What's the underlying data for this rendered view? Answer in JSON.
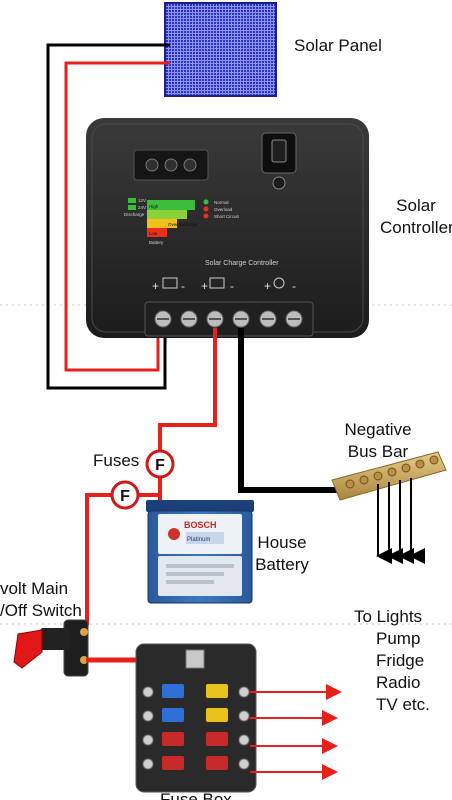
{
  "labels": {
    "solar_panel": "Solar Panel",
    "solar_controller": [
      "Solar",
      "Controller"
    ],
    "negative_bus_bar": [
      "Negative",
      "Bus Bar"
    ],
    "fuses": "Fuses",
    "house_battery": [
      "House",
      "Battery"
    ],
    "main_switch": [
      "volt Main",
      "/Off Switch"
    ],
    "to_lights": [
      "To Lights",
      "Pump",
      "Fridge",
      "Radio",
      "TV etc."
    ],
    "fuse_box": "Fuse Box"
  },
  "controller": {
    "title": "Solar Charge Controller",
    "legend_right": [
      "Normal",
      "Overload",
      "Short Circuit"
    ],
    "legend_left": [
      "12V",
      "24V",
      "Discharge"
    ],
    "bars": [
      "High",
      "Low",
      "Overdischarge",
      "Battery"
    ],
    "terminal_marks": [
      "+",
      "-",
      "+",
      "-",
      "+",
      "-"
    ]
  },
  "battery": {
    "brand": "BOSCH",
    "model": "Platinum"
  },
  "fuse_symbol": "F",
  "colors": {
    "positive_wire": "#e8201c",
    "negative_wire": "#000000",
    "panel_blue": "#2a33c8",
    "controller_body": "#2b2b2b",
    "battery_blue": "#2d62a8",
    "brass": "#c9a55a"
  }
}
